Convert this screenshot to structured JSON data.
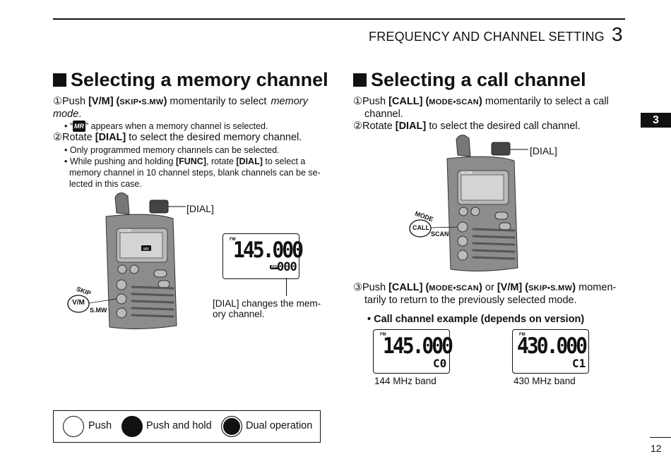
{
  "header": {
    "chapter_title": "FREQUENCY AND CHANNEL SETTING",
    "chapter_number": "3",
    "side_tab": "3"
  },
  "left": {
    "title": "Selecting a memory channel",
    "step1": {
      "num": "①",
      "pre": "Push ",
      "key": "[V/M]",
      "sub_open": " (",
      "sub": "SKIP•S.MW",
      "sub_close": ")",
      "text": " momentarily to select ",
      "em": "memory mode",
      "end": "."
    },
    "note1": {
      "pre": "• “",
      "icon": "MR",
      "post": "” appears when a memory channel is selected."
    },
    "step2": {
      "num": "②",
      "pre": "Rotate ",
      "key": "[DIAL]",
      "text": " to select the desired memory channel."
    },
    "note2": "• Only programmed memory channels can be selected.",
    "note3": {
      "a": "• While pushing and holding ",
      "k1": "[FUNC]",
      "b": ", rotate ",
      "k2": "[DIAL]",
      "c": " to select a",
      "line2": "memory channel in 10 channel steps, blank channels can be se-",
      "line3": "lected in this case."
    },
    "dial_label": "[DIAL]",
    "lcd": {
      "band": "FM",
      "freq": "145.000",
      "channel": "000",
      "badge": "MR"
    },
    "lcd_caption_1": "[DIAL] changes the mem-",
    "lcd_caption_2": "ory channel.",
    "radio_keys": {
      "skip": "SKIP",
      "vm": "V/M",
      "smw": "S.MW"
    }
  },
  "right": {
    "title": "Selecting a call channel",
    "step1": {
      "num": "①",
      "pre": "Push ",
      "key": "[CALL]",
      "sub_open": " (",
      "sub": "MODE•SCAN",
      "sub_close": ")",
      "text": " momentarily to select a call",
      "line2": "channel."
    },
    "step2": {
      "num": "②",
      "pre": "Rotate ",
      "key": "[DIAL]",
      "text": " to select the desired call channel."
    },
    "dial_label": "[DIAL]",
    "radio_keys": {
      "mode": "MODE",
      "call": "CALL",
      "scan": "SCAN"
    },
    "step3": {
      "num": "③",
      "pre": "Push ",
      "key1": "[CALL]",
      "sub1_open": " (",
      "sub1": "MODE•SCAN",
      "sub1_close": ")",
      "or": " or ",
      "key2": "[V/M]",
      "sub2_open": " (",
      "sub2": "SKIP•S.MW",
      "sub2_close": ")",
      "text": " momen-",
      "line2": "tarily to return to the previously selected mode."
    },
    "example_title": "• Call channel example (depends on version)",
    "examples": [
      {
        "band": "FM",
        "freq": "145.000",
        "channel": "C0",
        "caption": "144 MHz band"
      },
      {
        "band": "FM",
        "freq": "430.000",
        "channel": "C1",
        "caption": "430 MHz band"
      }
    ]
  },
  "legend": {
    "push": "Push",
    "push_hold": "Push and hold",
    "dual": "Dual operation"
  },
  "page_number": "12"
}
